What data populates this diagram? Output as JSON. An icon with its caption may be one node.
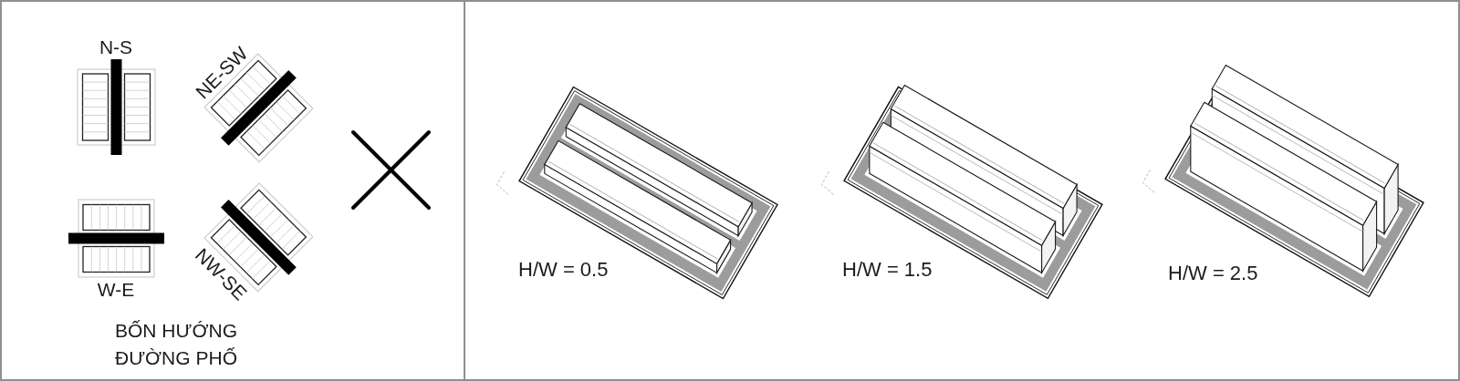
{
  "diagram": {
    "nodes": [
      {
        "text": [
          "N-S",
          "NE-SW",
          "W-E",
          "NW-SE",
          "BỐN HƯỚNG ĐƯỜNG PHỐ"
        ]
      },
      {
        "text": [
          "H/W = 0.5",
          "H/W = 1.5",
          "H/W = 2.5"
        ]
      }
    ]
  }
}
